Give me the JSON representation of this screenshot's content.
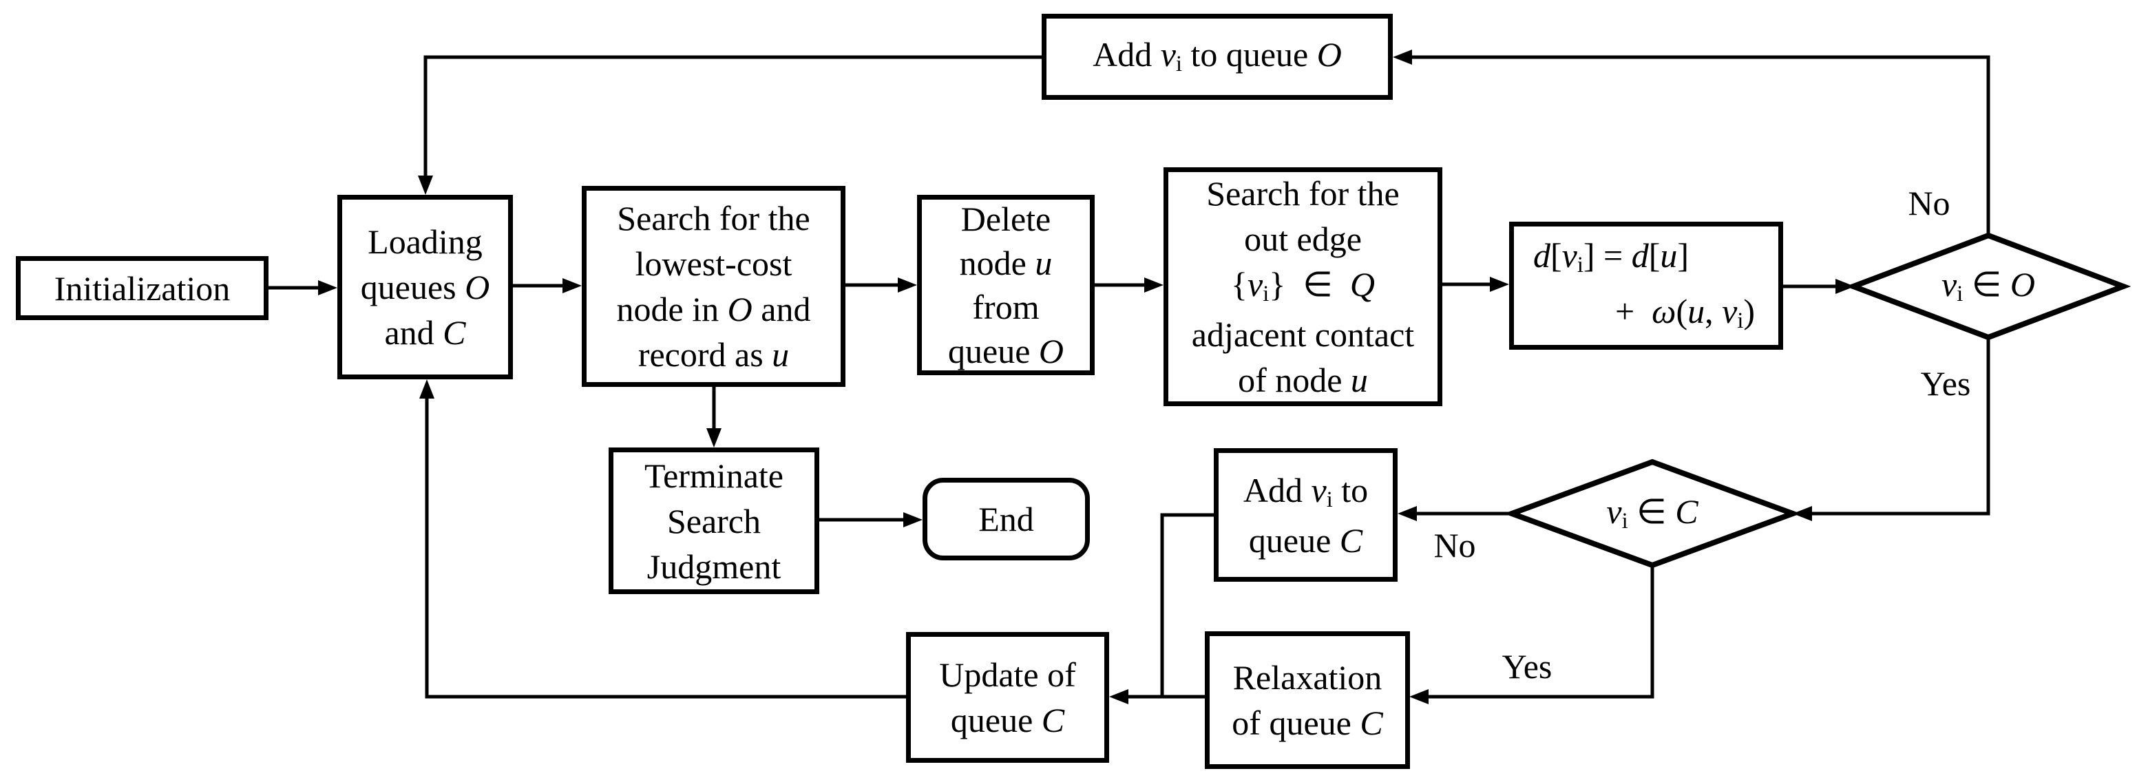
{
  "diagram": {
    "type": "flowchart",
    "colors": {
      "line": "#000000",
      "background": "#ffffff",
      "text": "#000000"
    },
    "nodes": [
      {
        "id": "initialization",
        "shape": "rect",
        "text": "Initialization",
        "label_lines": [
          [
            {
              "t": "Initialization"
            }
          ]
        ]
      },
      {
        "id": "loading_queues",
        "shape": "rect",
        "text": "Loading queues O and C",
        "label_lines": [
          [
            {
              "t": "Loading"
            }
          ],
          [
            {
              "t": "queues "
            },
            {
              "t": "O",
              "it": true
            }
          ],
          [
            {
              "t": "and "
            },
            {
              "t": "C",
              "it": true
            }
          ]
        ]
      },
      {
        "id": "search_lowest_cost",
        "shape": "rect",
        "text": "Search for the lowest-cost node in O and record as u",
        "label_lines": [
          [
            {
              "t": "Search for the"
            }
          ],
          [
            {
              "t": "lowest-cost"
            }
          ],
          [
            {
              "t": "node in "
            },
            {
              "t": "O",
              "it": true
            },
            {
              "t": " and"
            }
          ],
          [
            {
              "t": "record as "
            },
            {
              "t": "u",
              "it": true
            }
          ]
        ]
      },
      {
        "id": "delete_node",
        "shape": "rect",
        "text": "Delete node u from queue O",
        "label_lines": [
          [
            {
              "t": "Delete"
            }
          ],
          [
            {
              "t": "node "
            },
            {
              "t": "u",
              "it": true
            }
          ],
          [
            {
              "t": "from"
            }
          ],
          [
            {
              "t": "queue "
            },
            {
              "t": "O",
              "it": true
            }
          ]
        ]
      },
      {
        "id": "search_out_edge",
        "shape": "rect",
        "text": "Search for the out edge {vi} ∈ Q adjacent contact of node u",
        "label_lines": [
          [
            {
              "t": "Search for the"
            }
          ],
          [
            {
              "t": "out edge"
            }
          ],
          [
            {
              "t": "{"
            },
            {
              "t": "v",
              "it": true
            },
            {
              "t": "i",
              "sub": true
            },
            {
              "t": "} ∈ "
            },
            {
              "t": "Q",
              "it": true
            }
          ],
          [
            {
              "t": "adjacent contact"
            }
          ],
          [
            {
              "t": "of node "
            },
            {
              "t": "u",
              "it": true
            }
          ]
        ]
      },
      {
        "id": "distance_formula",
        "shape": "rect",
        "text": "d[vi] = d[u] + ω(u, vi)",
        "label_lines": [
          [
            {
              "t": "d",
              "it": true
            },
            {
              "t": "["
            },
            {
              "t": "v",
              "it": true
            },
            {
              "t": "i",
              "sub": true
            },
            {
              "t": "] = "
            },
            {
              "t": "d",
              "it": true
            },
            {
              "t": "["
            },
            {
              "t": "u",
              "it": true
            },
            {
              "t": "]"
            }
          ],
          [
            {
              "t": "+ "
            },
            {
              "t": "ω",
              "it": true
            },
            {
              "t": "("
            },
            {
              "t": "u",
              "it": true
            },
            {
              "t": ", "
            },
            {
              "t": "v",
              "it": true
            },
            {
              "t": "i",
              "sub": true
            },
            {
              "t": ")"
            }
          ]
        ]
      },
      {
        "id": "decision_in_O",
        "shape": "diamond",
        "text": "vi ∈ O",
        "label_lines": [
          [
            {
              "t": "v",
              "it": true
            },
            {
              "t": "i",
              "sub": true
            },
            {
              "t": " ∈ "
            },
            {
              "t": "O",
              "it": true
            }
          ]
        ]
      },
      {
        "id": "add_to_queue_O",
        "shape": "rect",
        "text": "Add vi to queue O",
        "label_lines": [
          [
            {
              "t": "Add "
            },
            {
              "t": "v",
              "it": true
            },
            {
              "t": "i",
              "sub": true
            },
            {
              "t": " to queue "
            },
            {
              "t": "O",
              "it": true
            }
          ]
        ]
      },
      {
        "id": "terminate_search_judgment",
        "shape": "rect",
        "text": "Terminate Search Judgment",
        "label_lines": [
          [
            {
              "t": "Terminate"
            }
          ],
          [
            {
              "t": "Search"
            }
          ],
          [
            {
              "t": "Judgment"
            }
          ]
        ]
      },
      {
        "id": "end",
        "shape": "rounded",
        "text": "End",
        "label_lines": [
          [
            {
              "t": "End"
            }
          ]
        ]
      },
      {
        "id": "add_to_queue_C",
        "shape": "rect",
        "text": "Add vi to queue C",
        "label_lines": [
          [
            {
              "t": "Add "
            },
            {
              "t": "v",
              "it": true
            },
            {
              "t": "i",
              "sub": true
            },
            {
              "t": " to"
            }
          ],
          [
            {
              "t": "queue "
            },
            {
              "t": "C",
              "it": true
            }
          ]
        ]
      },
      {
        "id": "decision_in_C",
        "shape": "diamond",
        "text": "vi ∈ C",
        "label_lines": [
          [
            {
              "t": "v",
              "it": true
            },
            {
              "t": "i",
              "sub": true
            },
            {
              "t": " ∈ "
            },
            {
              "t": "C",
              "it": true
            }
          ]
        ]
      },
      {
        "id": "relaxation",
        "shape": "rect",
        "text": "Relaxation of queue C",
        "label_lines": [
          [
            {
              "t": "Relaxation"
            }
          ],
          [
            {
              "t": "of queue "
            },
            {
              "t": "C",
              "it": true
            }
          ]
        ]
      },
      {
        "id": "update_queue_C",
        "shape": "rect",
        "text": "Update of queue C",
        "label_lines": [
          [
            {
              "t": "Update of"
            }
          ],
          [
            {
              "t": "queue "
            },
            {
              "t": "C",
              "it": true
            }
          ]
        ]
      }
    ],
    "edge_labels": [
      {
        "id": "no_top",
        "text": "No"
      },
      {
        "id": "yes_right",
        "text": "Yes"
      },
      {
        "id": "no_mid",
        "text": "No"
      },
      {
        "id": "yes_bottom",
        "text": "Yes"
      }
    ]
  }
}
